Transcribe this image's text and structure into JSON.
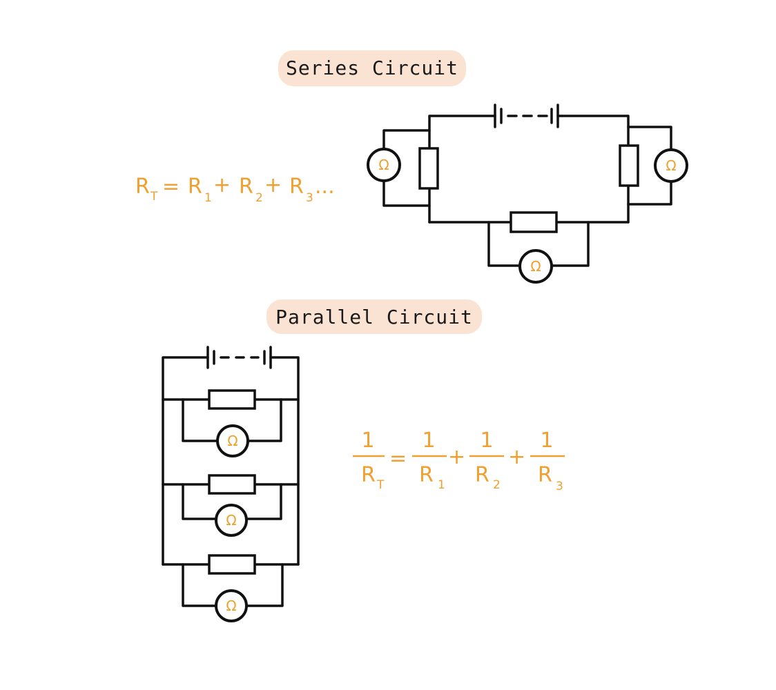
{
  "titles": {
    "series": "Series Circuit",
    "parallel": "Parallel Circuit"
  },
  "colors": {
    "ink": "#111111",
    "accent": "#f0a030",
    "highlight": "#fbe3d4"
  },
  "symbols": {
    "ohmmeter": "Ω",
    "battery_icon": "battery-icon",
    "resistor_icon": "resistor-icon",
    "ohmmeter_icon": "ohmmeter-icon"
  },
  "series_formula": {
    "lhs": "R",
    "lhs_sub": "T",
    "eq": "=",
    "t1": "R",
    "t1_sub": "1",
    "plus1": "+",
    "t2": "R",
    "t2_sub": "2",
    "plus2": "+",
    "t3": "R",
    "t3_sub": "3",
    "ellipsis": "..."
  },
  "parallel_formula": {
    "one": "1",
    "lhs": "R",
    "lhs_sub": "T",
    "eq": "=",
    "r1": "R",
    "r1_sub": "1",
    "plus1": "+",
    "r2": "R",
    "r2_sub": "2",
    "plus2": "+",
    "r3": "R",
    "r3_sub": "3"
  }
}
